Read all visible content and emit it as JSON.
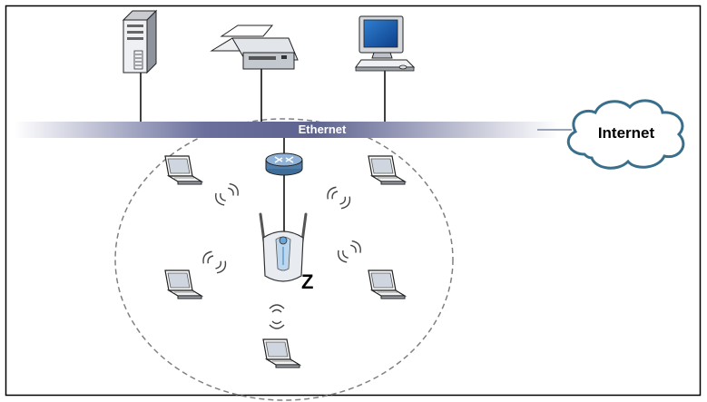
{
  "diagram": {
    "backbone_label": "Ethernet",
    "cloud_label": "Internet",
    "ap_label": "Z"
  },
  "devices": {
    "server": "server-icon",
    "printer": "printer-icon",
    "desktop": "desktop-computer-icon",
    "router": "router-icon",
    "access_point": "access-point-icon",
    "laptops": [
      "laptop-icon",
      "laptop-icon",
      "laptop-icon",
      "laptop-icon",
      "laptop-icon"
    ]
  },
  "colors": {
    "backbone": "#6a6f9c",
    "cloud_outline": "#3a6f8c",
    "router": "#4f7ca8",
    "coverage_ring": "#7d7d7d"
  }
}
